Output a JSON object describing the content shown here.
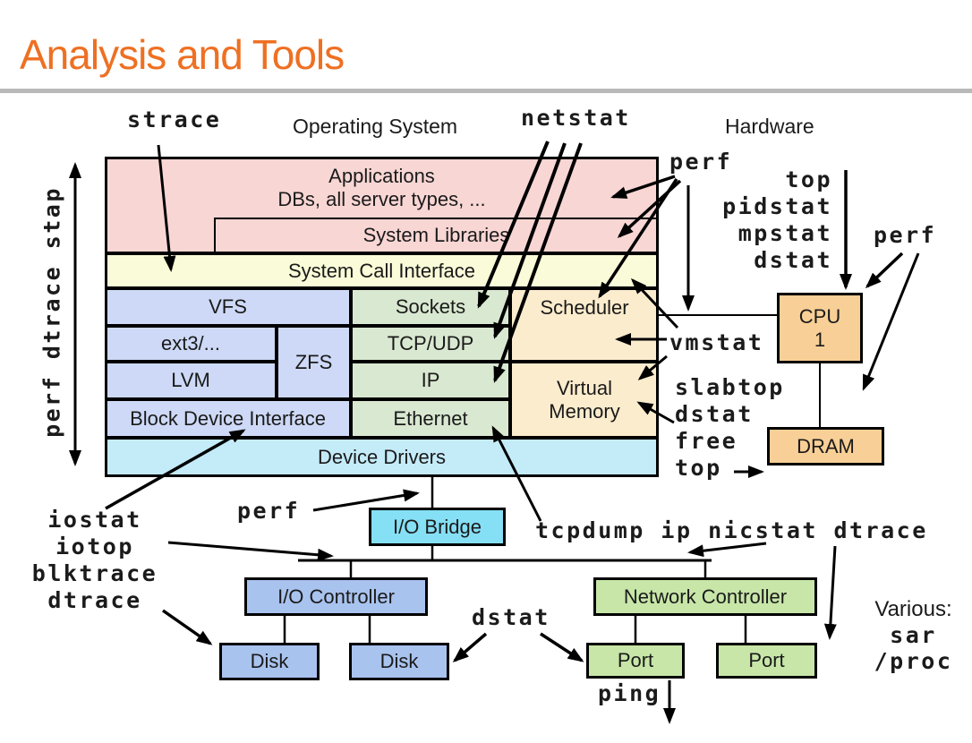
{
  "title": "Analysis and Tools",
  "labels": {
    "operating_system": "Operating System",
    "hardware": "Hardware",
    "various": "Various:"
  },
  "left_axis_tools": "perf dtrace stap",
  "tools": {
    "strace": "strace",
    "netstat": "netstat",
    "perf_app": "perf",
    "cpu_tools": [
      "top",
      "pidstat",
      "mpstat",
      "dstat"
    ],
    "perf_cpu": "perf",
    "vmstat": "vmstat",
    "memory_tools": [
      "slabtop",
      "dstat",
      "free",
      "top"
    ],
    "storage_tools": [
      "iostat",
      "iotop",
      "blktrace",
      "dtrace"
    ],
    "perf_io": "perf",
    "network_tools": "tcpdump ip nicstat dtrace",
    "dstat_devices": "dstat",
    "ping": "ping",
    "various_tools": [
      "sar",
      "/proc"
    ]
  },
  "stack": {
    "applications_line1": "Applications",
    "applications_line2": "DBs, all server types, ...",
    "system_libraries": "System Libraries",
    "system_call_interface": "System Call Interface",
    "vfs": "VFS",
    "ext3": "ext3/...",
    "zfs": "ZFS",
    "lvm": "LVM",
    "block_device_interface": "Block Device Interface",
    "sockets": "Sockets",
    "tcp_udp": "TCP/UDP",
    "ip": "IP",
    "ethernet": "Ethernet",
    "scheduler": "Scheduler",
    "virtual_memory_line1": "Virtual",
    "virtual_memory_line2": "Memory",
    "device_drivers": "Device Drivers"
  },
  "hardware_components": {
    "cpu_line1": "CPU",
    "cpu_line2": "1",
    "dram": "DRAM",
    "io_bridge": "I/O Bridge",
    "io_controller": "I/O Controller",
    "network_controller": "Network Controller",
    "disk": "Disk",
    "port": "Port"
  },
  "colors": {
    "title": "#ee7023",
    "app_pink": "#f8d6d4",
    "syscall_yellow": "#fafbd8",
    "fs_blue": "#cdd9f6",
    "net_green": "#d9e8d0",
    "sched_tan": "#fbeccd",
    "drivers_cyan": "#c4ebf8",
    "bridge_cyan": "#85dff5",
    "controller_blue": "#a9c3ef",
    "nic_green": "#c7e6a8",
    "cpu_orange": "#f8cf96"
  }
}
